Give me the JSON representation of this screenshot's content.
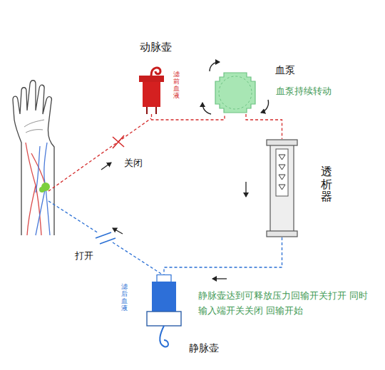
{
  "diagram": {
    "nodes": [
      {
        "text": [
          "动脉壶",
          "滤前血液"
        ]
      },
      {
        "text": [
          "血泵",
          "血泵持续转动"
        ]
      },
      {
        "text": [
          "透析器"
        ]
      },
      {
        "text": [
          "静脉壶",
          "滤后血液"
        ]
      }
    ],
    "edges": [
      {
        "from": 0,
        "to": 1,
        "arrow": "none"
      },
      {
        "from": 1,
        "to": 2,
        "arrow": "none"
      },
      {
        "from": 2,
        "to": 3,
        "arrow": "none"
      }
    ],
    "labels": [
      "关闭",
      "打开",
      "静脉壶达到可释放压力回输开关打开 同时输入端开关关闭 回输开始"
    ]
  }
}
